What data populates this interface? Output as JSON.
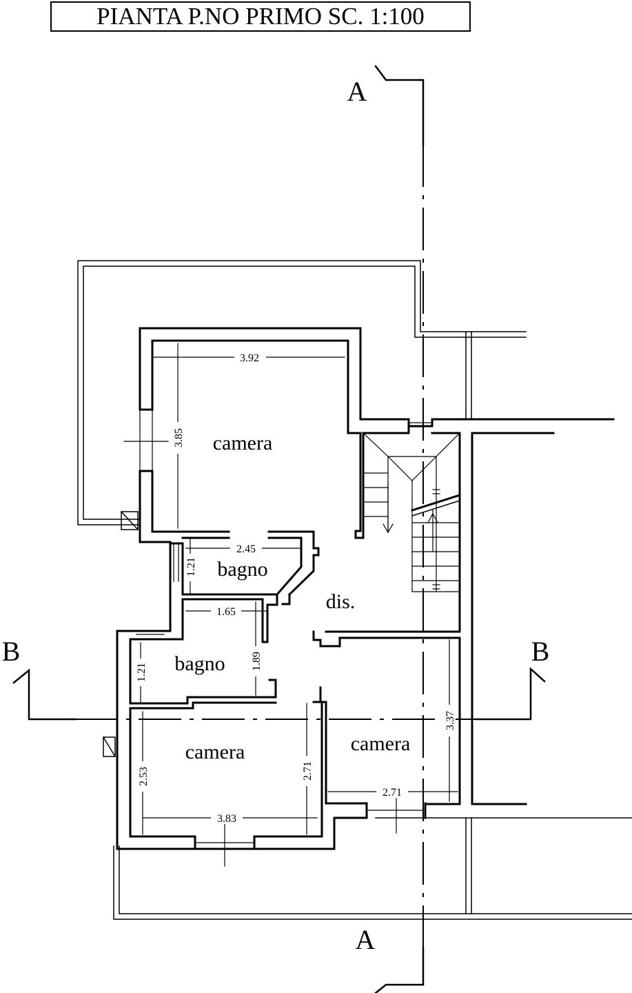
{
  "title": "PIANTA P.NO PRIMO SC. 1:100",
  "section_labels": {
    "a_top": "A",
    "a_bottom": "A",
    "b_left": "B",
    "b_right": "B"
  },
  "rooms": [
    {
      "id": "camera_top",
      "label": "camera"
    },
    {
      "id": "bagno_top",
      "label": "bagno"
    },
    {
      "id": "dis",
      "label": "dis."
    },
    {
      "id": "bagno_mid",
      "label": "bagno"
    },
    {
      "id": "camera_bl",
      "label": "camera"
    },
    {
      "id": "camera_br",
      "label": "camera"
    }
  ],
  "dimensions": [
    {
      "id": "camera_top_width",
      "value": "3.92"
    },
    {
      "id": "camera_top_height",
      "value": "3.85"
    },
    {
      "id": "bagno_top_width",
      "value": "2.45"
    },
    {
      "id": "bagno_top_height",
      "value": "1.21"
    },
    {
      "id": "bagno_mid_width",
      "value": "1.65"
    },
    {
      "id": "bagno_mid_depth",
      "value": "1.89"
    },
    {
      "id": "bagno_mid_height",
      "value": "1.21"
    },
    {
      "id": "camera_bl_height_left",
      "value": "2.53"
    },
    {
      "id": "camera_bl_height_right",
      "value": "2.71"
    },
    {
      "id": "camera_bl_width",
      "value": "3.83"
    },
    {
      "id": "camera_br_height",
      "value": "3.37"
    },
    {
      "id": "camera_br_width",
      "value": "2.71"
    }
  ],
  "colors": {
    "ink": "#000000",
    "paper": "#ffffff"
  }
}
